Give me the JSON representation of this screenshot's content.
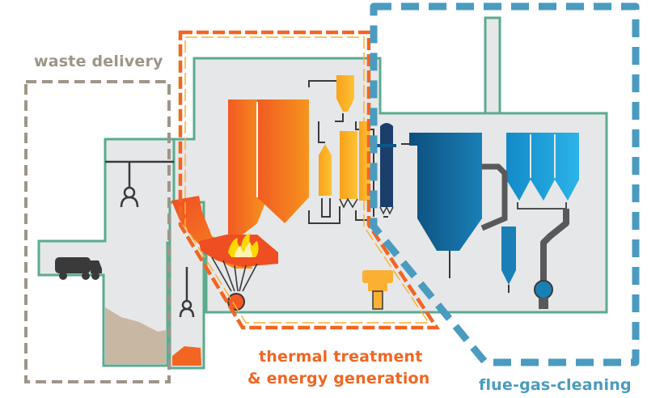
{
  "labels": {
    "waste_delivery": "waste delivery",
    "thermal_line1": "thermal treatment",
    "thermal_line2": "& energy generation",
    "flue_gas": "flue-gas-cleaning"
  },
  "colors": {
    "waste_zone": "#9e9589",
    "thermal_zone": "#f26522",
    "flue_zone": "#4a9bbf",
    "building_stroke": "#5bab8f",
    "building_fill": "#e6e7e8",
    "bunker_fill": "#c8b7a3",
    "dark": "#3a3a3a",
    "boiler_orange": "#f58220",
    "yellow": "#fbb034",
    "navy": "#1b3f6b",
    "teal_blue": "#0e6ea0",
    "light_blue": "#1aa3dc"
  },
  "icons": [
    "truck-icon",
    "grab-crane-icon",
    "flame-icon",
    "pump-icon"
  ]
}
